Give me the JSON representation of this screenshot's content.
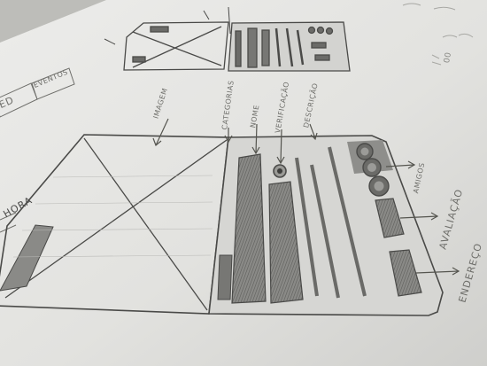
{
  "photo": {
    "top_sketch": {
      "right_text": "00"
    },
    "left_margin": {
      "box1": "ED",
      "box2": "EVENTOS",
      "hora": "/ HORA"
    },
    "main_sketch": {
      "labels": {
        "imagem": "IMAGEM",
        "categorias": "CATEGORIAS",
        "nome": "NOME",
        "verificacao": "VERIFICAÇÃO",
        "descricao": "DESCRIÇÃO",
        "amigos": "AMIGOS",
        "avaliacao": "AVALIAÇÃO",
        "endereco": "ENDEREÇO"
      }
    },
    "colors": {
      "paper": "#e4e4e1",
      "pencil": "#4a4a48",
      "shading": "#6b6b68"
    }
  }
}
